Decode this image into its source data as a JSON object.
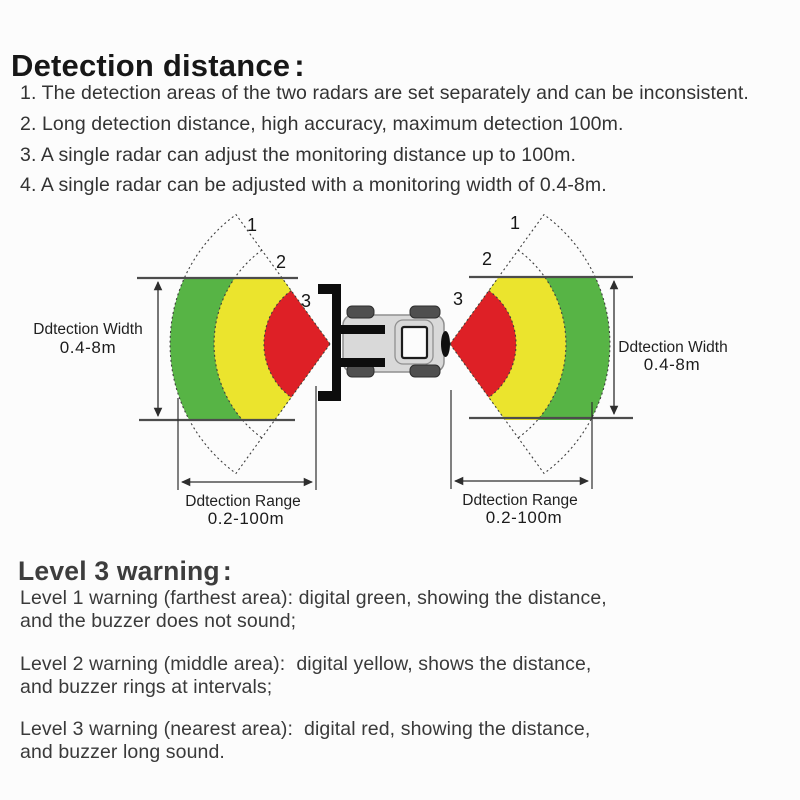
{
  "header": {
    "title": "Detection distance",
    "colon": ":"
  },
  "notes": [
    "1. The detection areas of the two radars are set separately and can be inconsistent.",
    "2. Long detection distance, high accuracy, maximum detection 100m.",
    "3. A single radar can adjust the monitoring distance up to 100m.",
    "4. A single radar can be adjusted with a monitoring width of 0.4-8m."
  ],
  "diagram": {
    "zones": {
      "z1": "1",
      "z2": "2",
      "z3": "3"
    },
    "width_label_line1": "Ddtection Width",
    "width_label_line2": "0.4-8m",
    "range_label_line1": "Ddtection Range",
    "range_label_line2": "0.2-100m",
    "colors": {
      "green": "#57b445",
      "yellow": "#ebe42d",
      "red": "#de2026"
    }
  },
  "warning": {
    "heading": "Level 3 warning",
    "colon": ":",
    "paragraphs": [
      "Level 1 warning (farthest area): digital green, showing the distance,\nand the buzzer does not sound;",
      "Level 2 warning (middle area):  digital yellow, shows the distance,\nand buzzer rings at intervals;",
      "Level 3 warning (nearest area):  digital red, showing the distance,\nand buzzer long sound."
    ]
  }
}
